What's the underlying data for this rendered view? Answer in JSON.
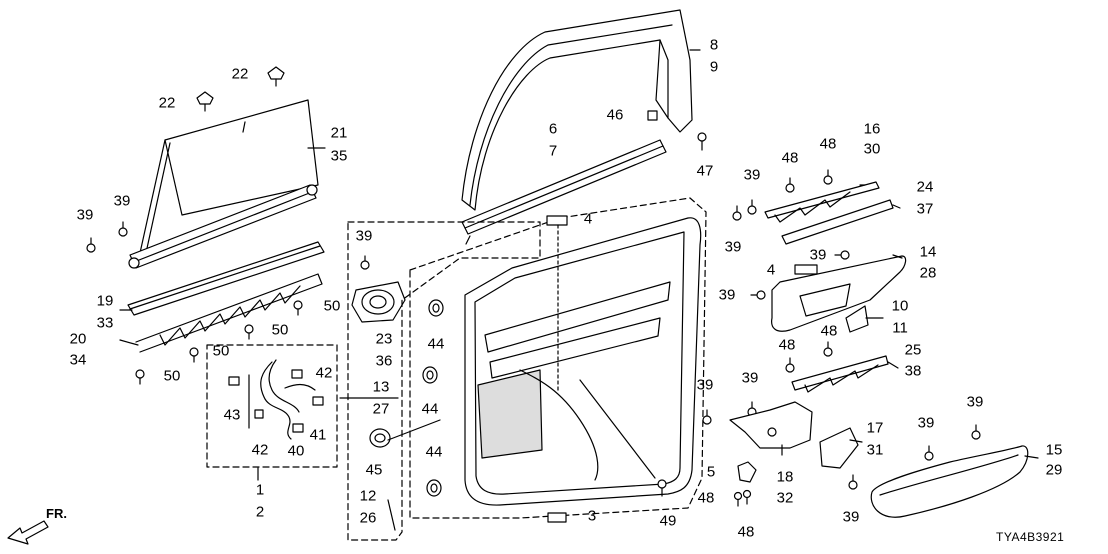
{
  "diagram_code": "TYA4B3921",
  "direction_label": "FR.",
  "part_numbers": {
    "n1": "1",
    "n2": "2",
    "n3": "3",
    "n4": "4",
    "n5": "5",
    "n6": "6",
    "n7": "7",
    "n8": "8",
    "n9": "9",
    "n10": "10",
    "n11": "11",
    "n12": "12",
    "n13": "13",
    "n14": "14",
    "n15": "15",
    "n16": "16",
    "n17": "17",
    "n18": "18",
    "n19": "19",
    "n20": "20",
    "n21": "21",
    "n22": "22",
    "n23": "23",
    "n24": "24",
    "n25": "25",
    "n26": "26",
    "n27": "27",
    "n28": "28",
    "n29": "29",
    "n30": "30",
    "n31": "31",
    "n32": "32",
    "n33": "33",
    "n34": "34",
    "n35": "35",
    "n36": "36",
    "n37": "37",
    "n38": "38",
    "n39": "39",
    "n40": "40",
    "n41": "41",
    "n42": "42",
    "n43": "43",
    "n44": "44",
    "n45": "45",
    "n46": "46",
    "n47": "47",
    "n48": "48",
    "n49": "49",
    "n50": "50"
  }
}
